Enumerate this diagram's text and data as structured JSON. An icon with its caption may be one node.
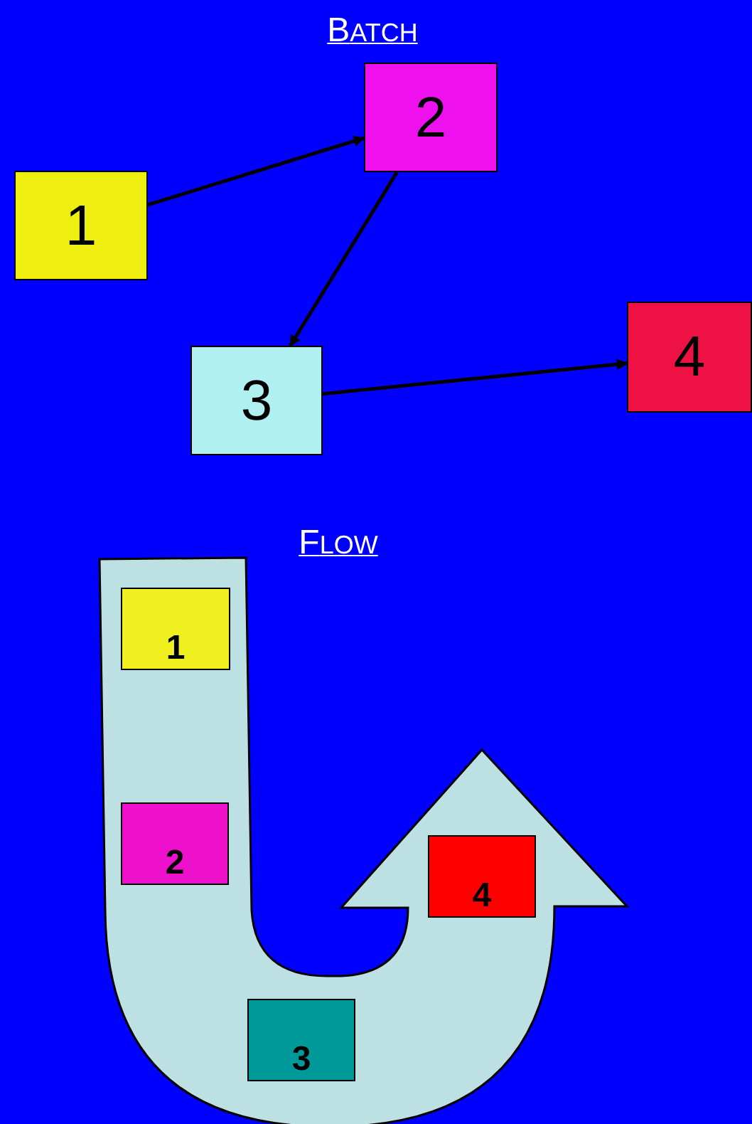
{
  "diagram": {
    "nodes": [
      {
        "text": [
          "1"
        ]
      },
      {
        "text": [
          "2"
        ]
      },
      {
        "text": [
          "3"
        ]
      },
      {
        "text": [
          "4"
        ]
      },
      {
        "text": [],
        "shape": "arrow"
      },
      {
        "text": [
          "1"
        ],
        "in": 4
      },
      {
        "text": [
          "2"
        ],
        "in": 4
      },
      {
        "text": [
          "3"
        ],
        "in": 4
      },
      {
        "text": [
          "4"
        ],
        "in": 4
      }
    ],
    "edges": [
      {
        "from": 0,
        "to": 1,
        "arrow": "to"
      },
      {
        "from": 1,
        "to": 2,
        "arrow": "to"
      },
      {
        "from": 2,
        "to": 3,
        "arrow": "to"
      }
    ],
    "labels": [
      "BATCH",
      "FLOW"
    ]
  }
}
